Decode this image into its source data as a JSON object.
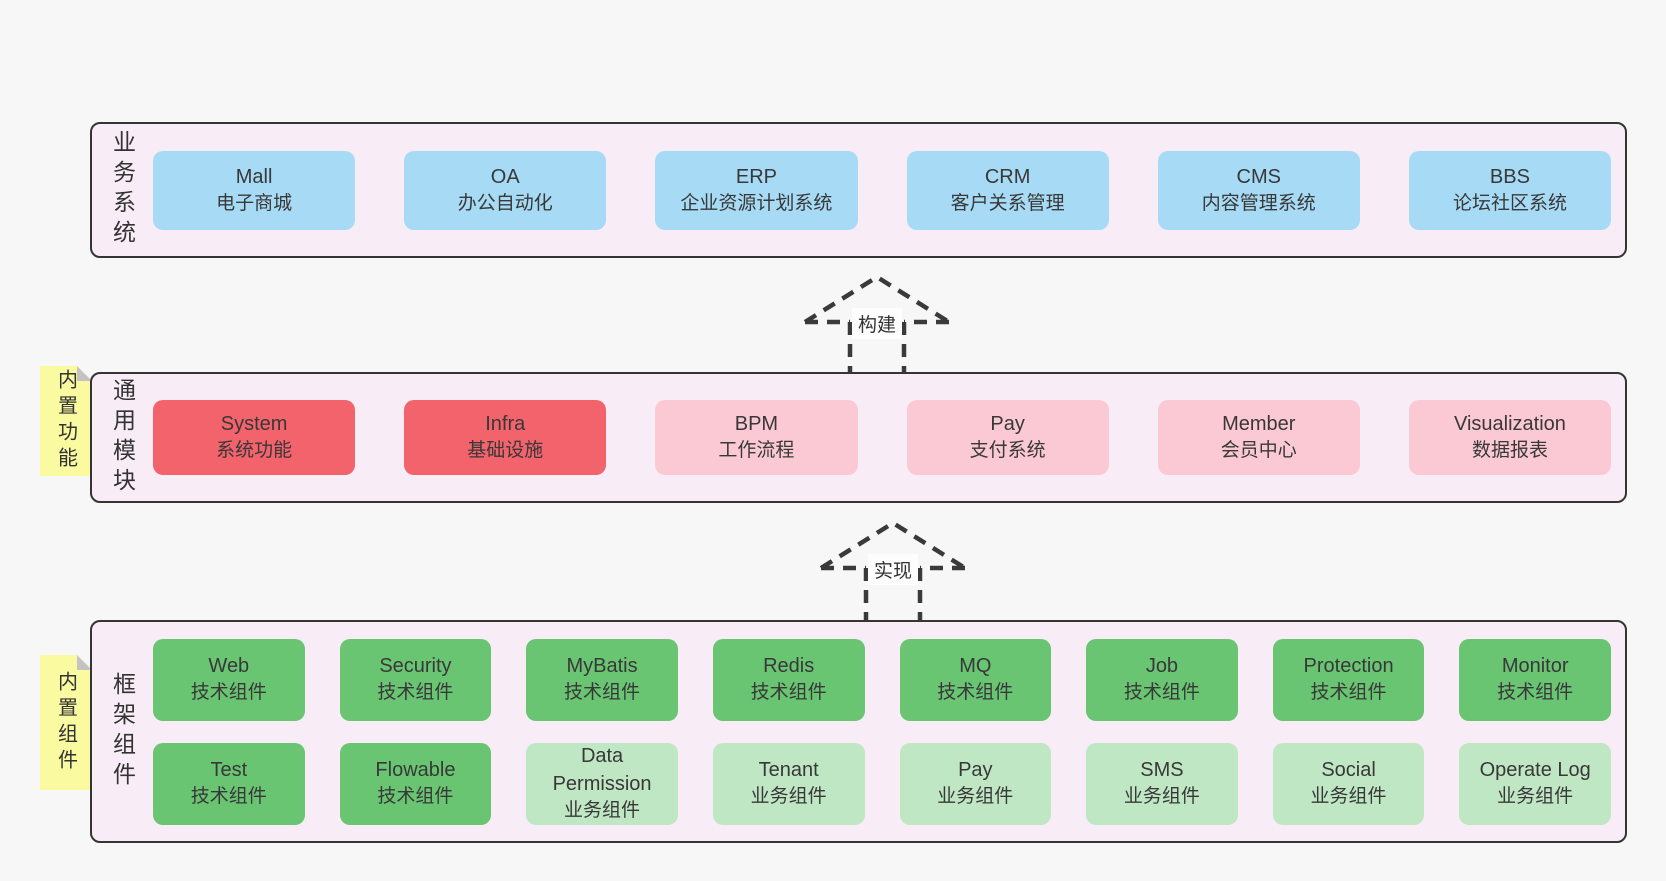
{
  "colors": {
    "page_bg": "#f7f7f7",
    "band_bg": "#f8edf6",
    "band_border": "#343434",
    "blue": "#a7dbf5",
    "red": "#f2636b",
    "pink": "#fbc9d4",
    "green": "#6ac573",
    "light_green": "#c0e7c4",
    "sticky_yellow": "#fafaa1",
    "sticky_fold": "#c3c3c3",
    "text": "#3a3a3a"
  },
  "bands": [
    {
      "label": "业务系统",
      "rows": [
        [
          {
            "name": "Mall",
            "desc": "电子商城",
            "color": "blue"
          },
          {
            "name": "OA",
            "desc": "办公自动化",
            "color": "blue"
          },
          {
            "name": "ERP",
            "desc": "企业资源计划系统",
            "color": "blue"
          },
          {
            "name": "CRM",
            "desc": "客户关系管理",
            "color": "blue"
          },
          {
            "name": "CMS",
            "desc": "内容管理系统",
            "color": "blue"
          },
          {
            "name": "BBS",
            "desc": "论坛社区系统",
            "color": "blue"
          }
        ]
      ]
    },
    {
      "label": "通用模块",
      "note": "内置功能",
      "rows": [
        [
          {
            "name": "System",
            "desc": "系统功能",
            "color": "red"
          },
          {
            "name": "Infra",
            "desc": "基础设施",
            "color": "red"
          },
          {
            "name": "BPM",
            "desc": "工作流程",
            "color": "pink"
          },
          {
            "name": "Pay",
            "desc": "支付系统",
            "color": "pink"
          },
          {
            "name": "Member",
            "desc": "会员中心",
            "color": "pink"
          },
          {
            "name": "Visualization",
            "desc": "数据报表",
            "color": "pink"
          }
        ]
      ]
    },
    {
      "label": "框架组件",
      "note": "内置组件",
      "rows": [
        [
          {
            "name": "Web",
            "desc": "技术组件",
            "color": "green"
          },
          {
            "name": "Security",
            "desc": "技术组件",
            "color": "green"
          },
          {
            "name": "MyBatis",
            "desc": "技术组件",
            "color": "green"
          },
          {
            "name": "Redis",
            "desc": "技术组件",
            "color": "green"
          },
          {
            "name": "MQ",
            "desc": "技术组件",
            "color": "green"
          },
          {
            "name": "Job",
            "desc": "技术组件",
            "color": "green"
          },
          {
            "name": "Protection",
            "desc": "技术组件",
            "color": "green"
          },
          {
            "name": "Monitor",
            "desc": "技术组件",
            "color": "green"
          }
        ],
        [
          {
            "name": "Test",
            "desc": "技术组件",
            "color": "green"
          },
          {
            "name": "Flowable",
            "desc": "技术组件",
            "color": "green"
          },
          {
            "name": "Data Permission",
            "desc": "业务组件",
            "color": "light_green"
          },
          {
            "name": "Tenant",
            "desc": "业务组件",
            "color": "light_green"
          },
          {
            "name": "Pay",
            "desc": "业务组件",
            "color": "light_green"
          },
          {
            "name": "SMS",
            "desc": "业务组件",
            "color": "light_green"
          },
          {
            "name": "Social",
            "desc": "业务组件",
            "color": "light_green"
          },
          {
            "name": "Operate Log",
            "desc": "业务组件",
            "color": "light_green"
          }
        ]
      ]
    }
  ],
  "arrows": [
    {
      "label": "构建"
    },
    {
      "label": "实现"
    }
  ]
}
